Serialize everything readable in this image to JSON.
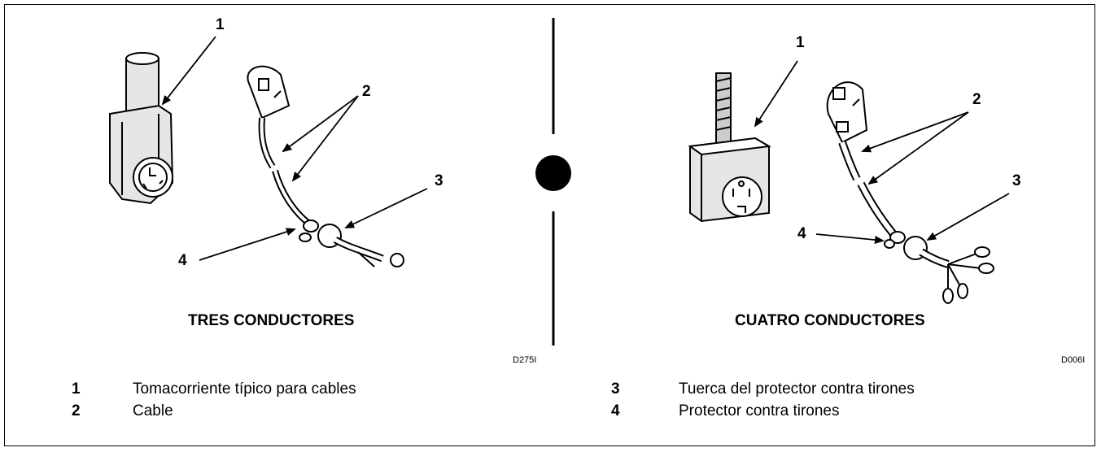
{
  "left_panel": {
    "title": "TRES CONDUCTORES",
    "code": "D275I",
    "callouts": [
      "1",
      "2",
      "3",
      "4"
    ]
  },
  "right_panel": {
    "title": "CUATRO CONDUCTORES",
    "code": "D006I",
    "callouts": [
      "1",
      "2",
      "3",
      "4"
    ]
  },
  "legend": [
    {
      "num": "1",
      "text": "Tomacorriente típico para cables"
    },
    {
      "num": "2",
      "text": "Cable"
    },
    {
      "num": "3",
      "text": "Tuerca del protector contra tirones"
    },
    {
      "num": "4",
      "text": "Protector contra tirones"
    }
  ],
  "colors": {
    "ink": "#000000",
    "paper": "#ffffff",
    "fill": "#e6e6e6"
  }
}
